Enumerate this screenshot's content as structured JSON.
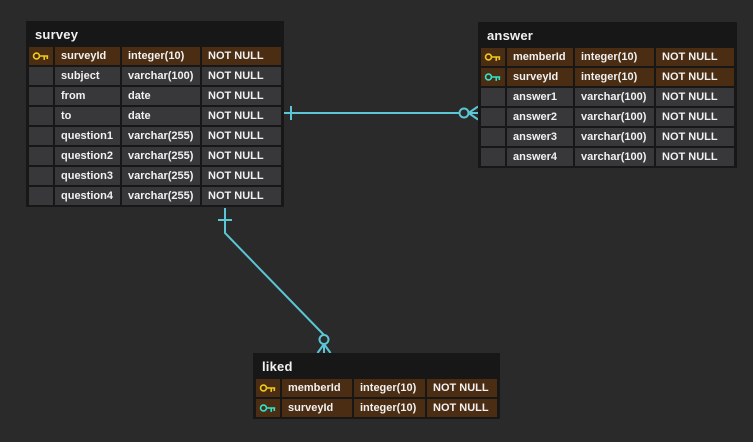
{
  "colors": {
    "canvas_bg": "#2a2a2a",
    "table_bg": "#171717",
    "row_bg": "#38383a",
    "pk_row_bg": "#4a2d13",
    "text": "#f1f1f1",
    "pk_key_icon": "#f0c81e",
    "fk_key_icon": "#2fe3cb",
    "connector": "#5bc6d5"
  },
  "tables": [
    {
      "name": "survey",
      "columns": [
        {
          "key": "pk",
          "name": "surveyId",
          "type": "integer(10)",
          "constraint": "NOT NULL"
        },
        {
          "key": "",
          "name": "subject",
          "type": "varchar(100)",
          "constraint": "NOT NULL"
        },
        {
          "key": "",
          "name": "from",
          "type": "date",
          "constraint": "NOT NULL"
        },
        {
          "key": "",
          "name": "to",
          "type": "date",
          "constraint": "NOT NULL"
        },
        {
          "key": "",
          "name": "question1",
          "type": "varchar(255)",
          "constraint": "NOT NULL"
        },
        {
          "key": "",
          "name": "question2",
          "type": "varchar(255)",
          "constraint": "NOT NULL"
        },
        {
          "key": "",
          "name": "question3",
          "type": "varchar(255)",
          "constraint": "NOT NULL"
        },
        {
          "key": "",
          "name": "question4",
          "type": "varchar(255)",
          "constraint": "NOT NULL"
        }
      ]
    },
    {
      "name": "answer",
      "columns": [
        {
          "key": "pk",
          "name": "memberId",
          "type": "integer(10)",
          "constraint": "NOT NULL"
        },
        {
          "key": "fk",
          "name": "surveyId",
          "type": "integer(10)",
          "constraint": "NOT NULL"
        },
        {
          "key": "",
          "name": "answer1",
          "type": "varchar(100)",
          "constraint": "NOT NULL"
        },
        {
          "key": "",
          "name": "answer2",
          "type": "varchar(100)",
          "constraint": "NOT NULL"
        },
        {
          "key": "",
          "name": "answer3",
          "type": "varchar(100)",
          "constraint": "NOT NULL"
        },
        {
          "key": "",
          "name": "answer4",
          "type": "varchar(100)",
          "constraint": "NOT NULL"
        }
      ]
    },
    {
      "name": "liked",
      "columns": [
        {
          "key": "pk",
          "name": "memberId",
          "type": "integer(10)",
          "constraint": "NOT NULL"
        },
        {
          "key": "fk",
          "name": "surveyId",
          "type": "integer(10)",
          "constraint": "NOT NULL"
        }
      ]
    }
  ],
  "relations": [
    {
      "from": "survey",
      "to": "answer",
      "from_cardinality": "one",
      "to_cardinality": "zero-or-many"
    },
    {
      "from": "survey",
      "to": "liked",
      "from_cardinality": "one",
      "to_cardinality": "zero-or-many"
    }
  ]
}
